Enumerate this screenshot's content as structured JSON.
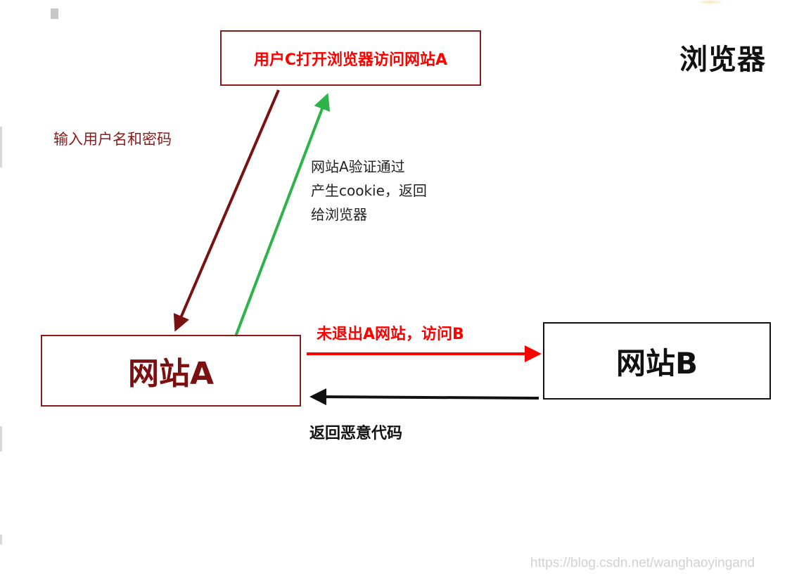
{
  "title": "浏览器",
  "boxes": {
    "user_browser": "用户C打开浏览器访问网站A",
    "site_a": "网站A",
    "site_b": "网站B"
  },
  "labels": {
    "input_credentials": "输入用户名和密码",
    "verify_lines": [
      "网站A验证通过",
      "产生cookie，返回",
      "给浏览器"
    ],
    "visit_b": "未退出A网站，访问B",
    "return_malicious": "返回恶意代码"
  },
  "watermark": "https://blog.csdn.net/wanghaoyingand",
  "colors": {
    "dark_red": "#8b1a1a",
    "red": "#ff0000",
    "green": "#2db34a",
    "black": "#111111"
  }
}
